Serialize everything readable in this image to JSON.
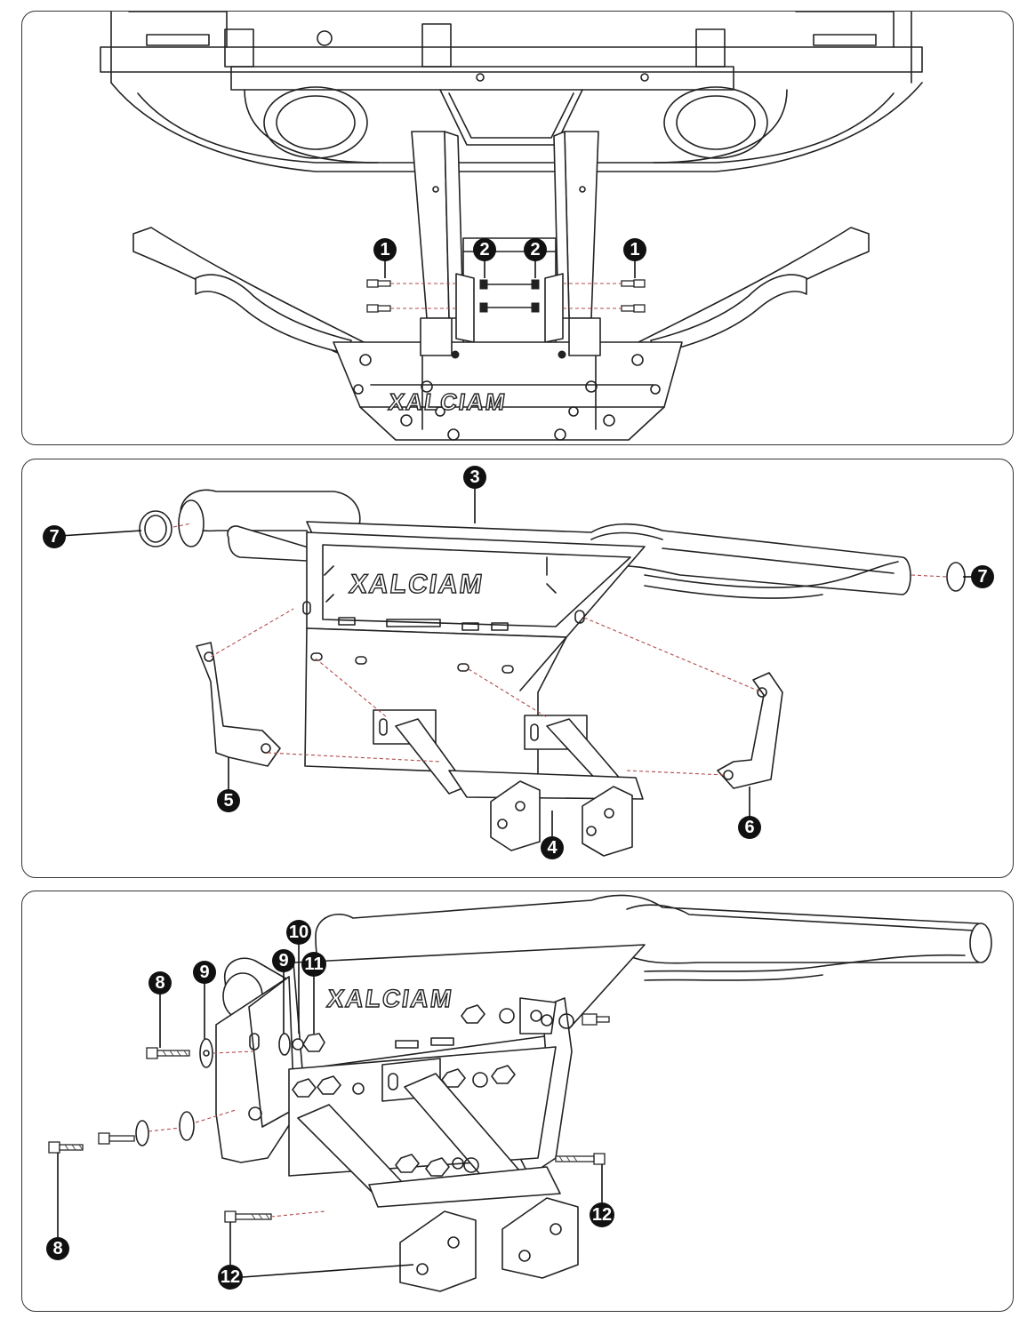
{
  "brand": {
    "logo_text": "XALCIAM"
  },
  "callouts": {
    "panel1": [
      "1",
      "2",
      "2",
      "1"
    ],
    "panel2": [
      "3",
      "7",
      "7",
      "5",
      "4",
      "6"
    ],
    "panel3": [
      "10",
      "8",
      "9",
      "9",
      "11",
      "8",
      "12",
      "12"
    ]
  }
}
